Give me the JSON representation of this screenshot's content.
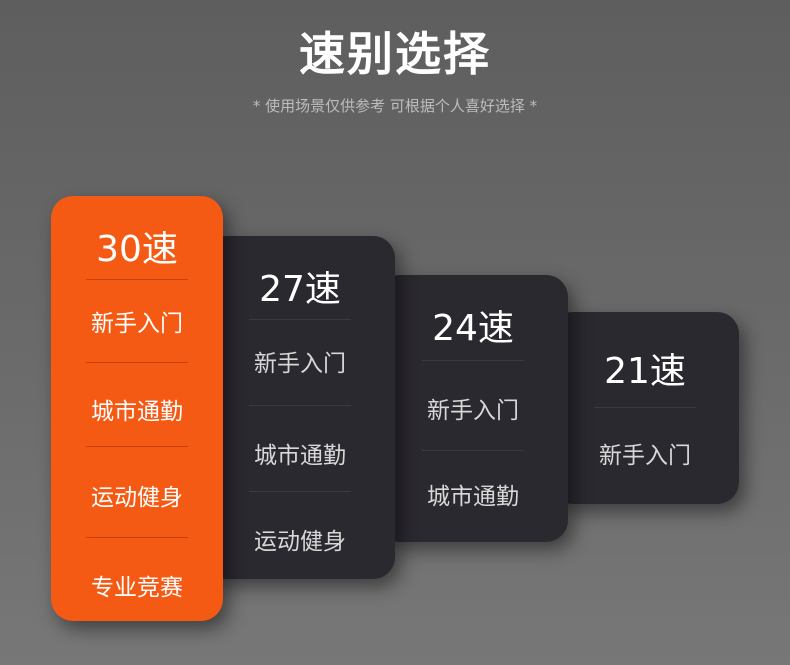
{
  "header": {
    "title": "速别选择",
    "subtitle": "* 使用场景仅供参考 可根据个人喜好选择 *"
  },
  "cards": [
    {
      "speed": "30速",
      "uses": [
        "新手入门",
        "城市通勤",
        "运动健身",
        "专业竞赛"
      ]
    },
    {
      "speed": "27速",
      "uses": [
        "新手入门",
        "城市通勤",
        "运动健身"
      ]
    },
    {
      "speed": "24速",
      "uses": [
        "新手入门",
        "城市通勤"
      ]
    },
    {
      "speed": "21速",
      "uses": [
        "新手入门"
      ]
    }
  ],
  "colors": {
    "highlight": "#f55a14",
    "card": "#2b2930",
    "background": "#666666"
  }
}
